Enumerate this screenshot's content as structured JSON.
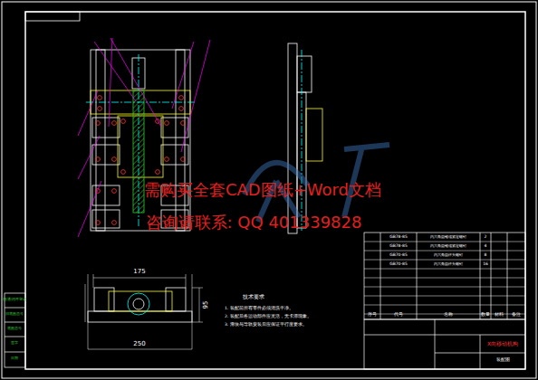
{
  "diagram": {
    "labels": [
      "175",
      "95",
      "250",
      "技术要求",
      "1. 装配前所有零件必须清洗干净。",
      "2. 装配后各运动部件应灵活，无卡滞现象。",
      "3. 滑块与导轨安装后应保证平行度要求。",
      "GB78-85",
      "内六角圆锥端紧定螺钉",
      "2",
      "GB78-85",
      "内六角圆锥端紧定螺钉",
      "4",
      "GB70-85",
      "内六角圆柱头螺钉",
      "8",
      "GB70-85",
      "内六角圆柱头螺钉",
      "16",
      "序号",
      "代号",
      "名称",
      "数量",
      "材料",
      "备注",
      "X向移动机构",
      "装配图",
      "借(通)用件登记",
      "旧底图总号",
      "底图总号",
      "签字",
      "日期",
      "需购买全套CAD图纸+Word文档",
      "咨询请联系: QQ 401339828"
    ]
  }
}
